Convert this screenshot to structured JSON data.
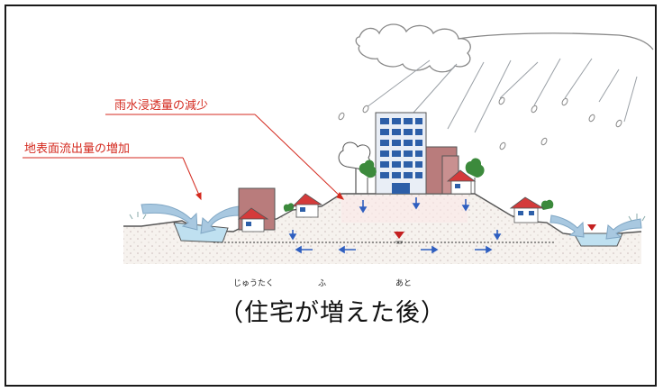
{
  "labels": {
    "infiltration": "雨水浸透量の減少",
    "runoff": "地表面流出量の増加"
  },
  "caption": {
    "open": "（",
    "text": "住宅が増えた後",
    "close": "）"
  },
  "ruby": {
    "jutaku": "じゅうたく",
    "fu": "ふ",
    "ato": "あと"
  },
  "colors": {
    "label_red": "#d42a1f",
    "caption_text": "#111111",
    "border": "#1a1a1a",
    "cloud": "#888888",
    "rain": "#9aa0a6",
    "building_blue": "#2d5fa8",
    "house_roof": "#d43a3a",
    "brown_building": "#b97c7c",
    "tree_green": "#3c8a3c",
    "water": "#bfe0f0",
    "flow_arrow": "#a8c8e0",
    "groundwater_blue": "#2f5fc0",
    "water_table": "#c42020"
  },
  "icons": {
    "cloud": "cloud-icon",
    "rain": "rain-drop-icon",
    "building": "office-building-icon",
    "house": "house-icon",
    "tree": "tree-icon",
    "water_table": "water-table-triangle-icon"
  }
}
